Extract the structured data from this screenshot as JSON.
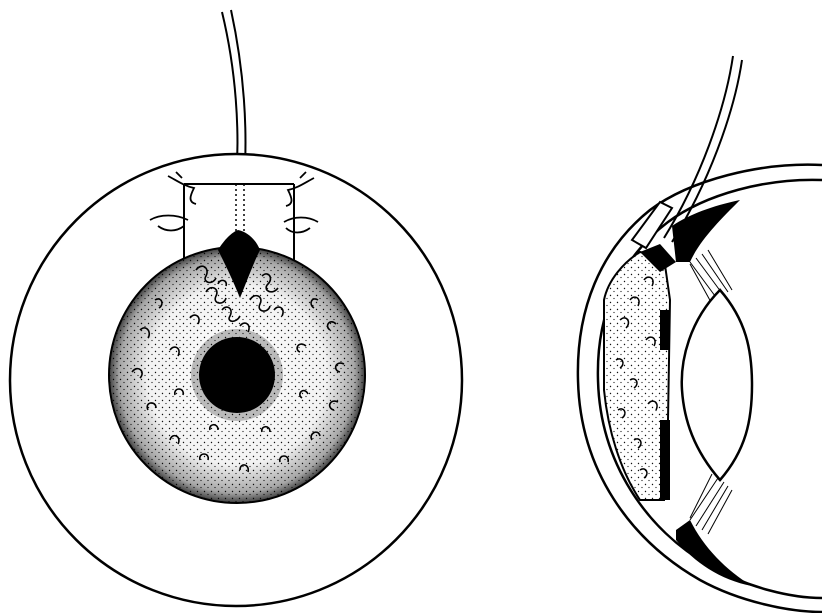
{
  "figure": {
    "panels": [
      {
        "id": "frontal-view",
        "kind": "eye-front-view"
      },
      {
        "id": "cross-section",
        "kind": "eye-sagittal-section"
      }
    ],
    "colors": {
      "ink": "#000000",
      "paper": "#ffffff",
      "stipple": "#111111"
    }
  }
}
